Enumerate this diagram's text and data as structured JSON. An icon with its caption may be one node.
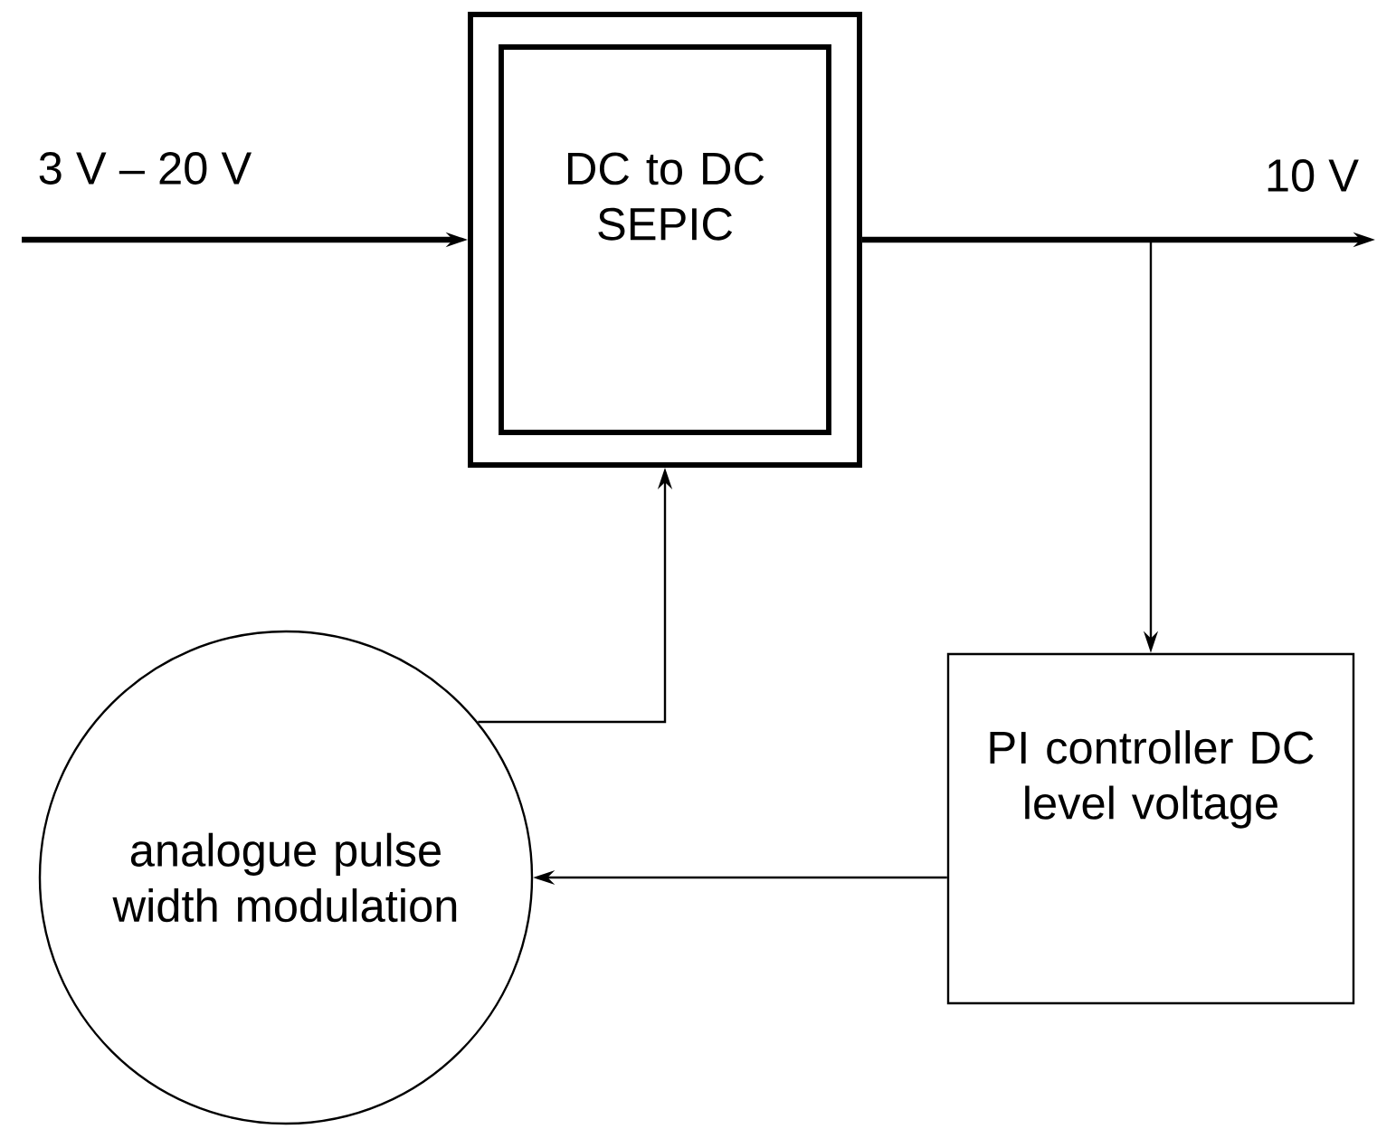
{
  "diagram": {
    "nodes": [
      {
        "text": [],
        "shape": "box"
      },
      {
        "text": [
          "DC to DC SEPIC"
        ],
        "in": 0
      },
      {
        "text": [
          "PI controller DC level voltage"
        ]
      },
      {
        "text": [
          "analogue pulse width modulation"
        ]
      }
    ],
    "edges": [
      {
        "from": null,
        "to": 0,
        "arrow": "to",
        "label": "3 V – 20 V",
        "style": "thick"
      },
      {
        "from": 0,
        "to": null,
        "arrow": "to",
        "label": "10 V",
        "style": "thick"
      },
      {
        "from": 0,
        "to": 2,
        "arrow": "to"
      },
      {
        "from": 3,
        "to": 0,
        "arrow": "to"
      },
      {
        "from": 2,
        "to": 3,
        "arrow": "to"
      }
    ]
  }
}
